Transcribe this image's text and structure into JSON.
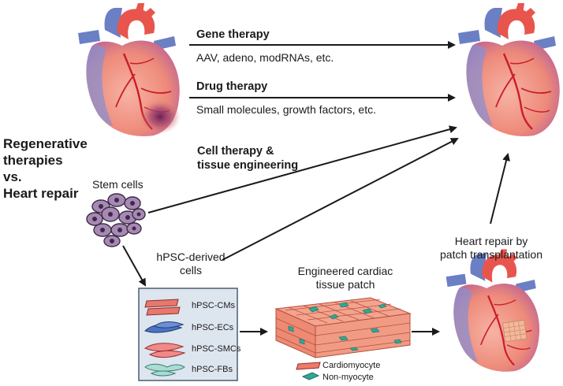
{
  "title": {
    "line1": "Regenerative",
    "line2": "therapies",
    "line3": "vs.",
    "line4": "Heart repair"
  },
  "gene_therapy": {
    "heading": "Gene therapy",
    "detail": "AAV, adeno, modRNAs, etc."
  },
  "drug_therapy": {
    "heading": "Drug therapy",
    "detail": "Small molecules, growth factors, etc."
  },
  "cell_therapy": {
    "line1": "Cell therapy &",
    "line2": "tissue engineering"
  },
  "stem_cells": "Stem cells",
  "hpsc_derived": {
    "line1": "hPSC-derived",
    "line2": "cells"
  },
  "cell_types": [
    "hPSC-CMs",
    "hPSC-ECs",
    "hPSC-SMCs",
    "hPSC-FBs"
  ],
  "patch": {
    "line1": "Engineered cardiac",
    "line2": "tissue patch"
  },
  "patch_legend": {
    "cardiomyocyte": "Cardiomyocyte",
    "non_myocyte": "Non-myocyte"
  },
  "repair": {
    "line1": "Heart repair by",
    "line2": "patch transplantation"
  },
  "colors": {
    "heart_red": "#e8665e",
    "heart_pink": "#f2a293",
    "vessel_blue": "#6b7fc4",
    "artery_blue": "#3f6fb7",
    "cardiomyocyte": "#f07a68",
    "non_myocyte": "#2ea898",
    "stem_cell": "#9b7ba8"
  }
}
